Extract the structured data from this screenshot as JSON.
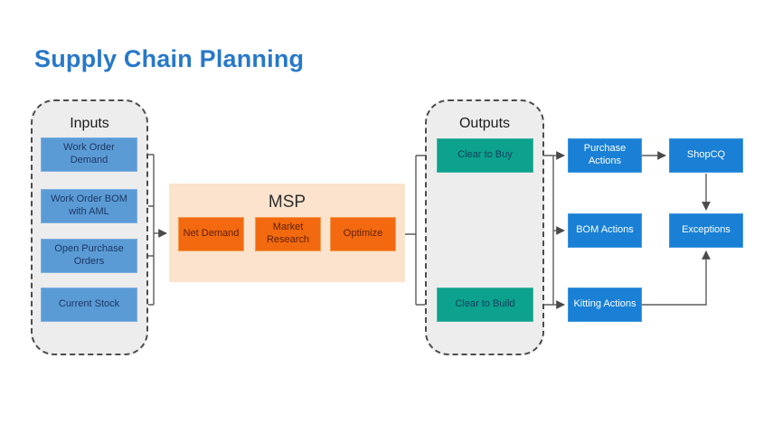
{
  "title": "Supply Chain Planning",
  "diagram": {
    "inputs": {
      "title": "Inputs",
      "items": [
        {
          "label": "Work Order Demand"
        },
        {
          "label": "Work Order BOM with AML"
        },
        {
          "label": "Open Purchase Orders"
        },
        {
          "label": "Current Stock"
        }
      ]
    },
    "msp": {
      "title": "MSP",
      "items": [
        {
          "label": "Net Demand"
        },
        {
          "label": "Market Research"
        },
        {
          "label": "Optimize"
        }
      ]
    },
    "outputs": {
      "title": "Outputs",
      "items": [
        {
          "label": "Clear to Buy"
        },
        {
          "label": "Clear to Build"
        }
      ]
    },
    "actions": {
      "items": [
        {
          "label": "Purchase Actions"
        },
        {
          "label": "ShopCQ"
        },
        {
          "label": "BOM Actions"
        },
        {
          "label": "Exceptions"
        },
        {
          "label": "Kitting Actions"
        }
      ]
    },
    "edges": [
      {
        "from": "Work Order Demand",
        "to": "MSP"
      },
      {
        "from": "Work Order BOM with AML",
        "to": "MSP"
      },
      {
        "from": "Open Purchase Orders",
        "to": "MSP"
      },
      {
        "from": "Current Stock",
        "to": "MSP"
      },
      {
        "from": "MSP",
        "to": "Clear to Buy"
      },
      {
        "from": "MSP",
        "to": "Clear to Build"
      },
      {
        "from": "Clear to Buy",
        "to": "Purchase Actions"
      },
      {
        "from": "Clear to Buy",
        "to": "BOM Actions"
      },
      {
        "from": "Clear to Build",
        "to": "BOM Actions"
      },
      {
        "from": "Clear to Build",
        "to": "Kitting Actions"
      },
      {
        "from": "Purchase Actions",
        "to": "ShopCQ"
      },
      {
        "from": "ShopCQ",
        "to": "Exceptions"
      },
      {
        "from": "Kitting Actions",
        "to": "Exceptions"
      }
    ]
  },
  "colors": {
    "title_text": "#2878C8",
    "input_box": "#5B9BD5",
    "process_box": "#F2690F",
    "process_panel": "#FBE3CD",
    "output_box": "#0CA28D",
    "action_box": "#1980D5",
    "container_fill": "#EDEDED",
    "container_border": "#4C4C4C",
    "connector": "#5C5C5C"
  }
}
